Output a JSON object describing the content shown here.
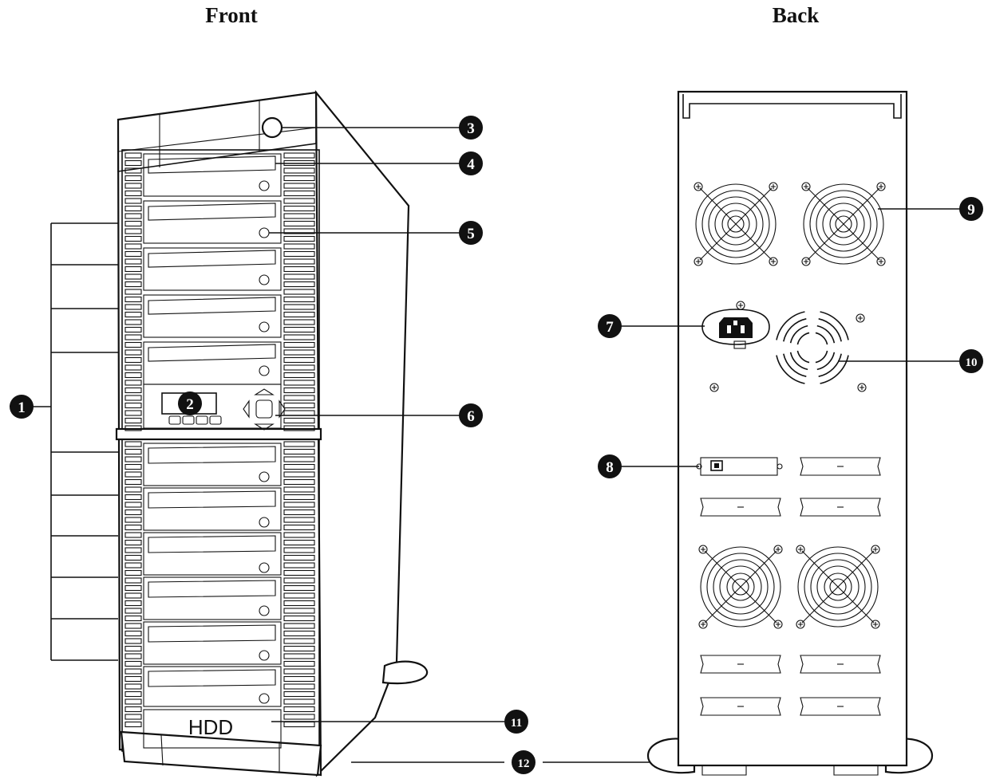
{
  "titles": {
    "front": "Front",
    "back": "Back"
  },
  "drive_label": "HDD",
  "callouts": [
    "1",
    "2",
    "3",
    "4",
    "5",
    "6",
    "7",
    "8",
    "9",
    "10",
    "11",
    "12"
  ]
}
